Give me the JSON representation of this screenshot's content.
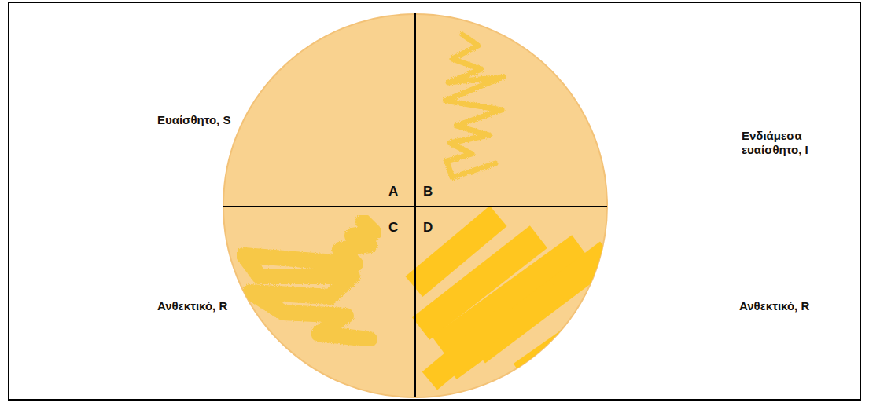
{
  "diagram": {
    "labels": [
      "Ευαίσθητο, S",
      "A",
      "B",
      "Ενδιάμεσα ευαίσθητο, I",
      "C",
      "D",
      "Ανθεκτικό, R",
      "Ανθεκτικό, R"
    ]
  }
}
